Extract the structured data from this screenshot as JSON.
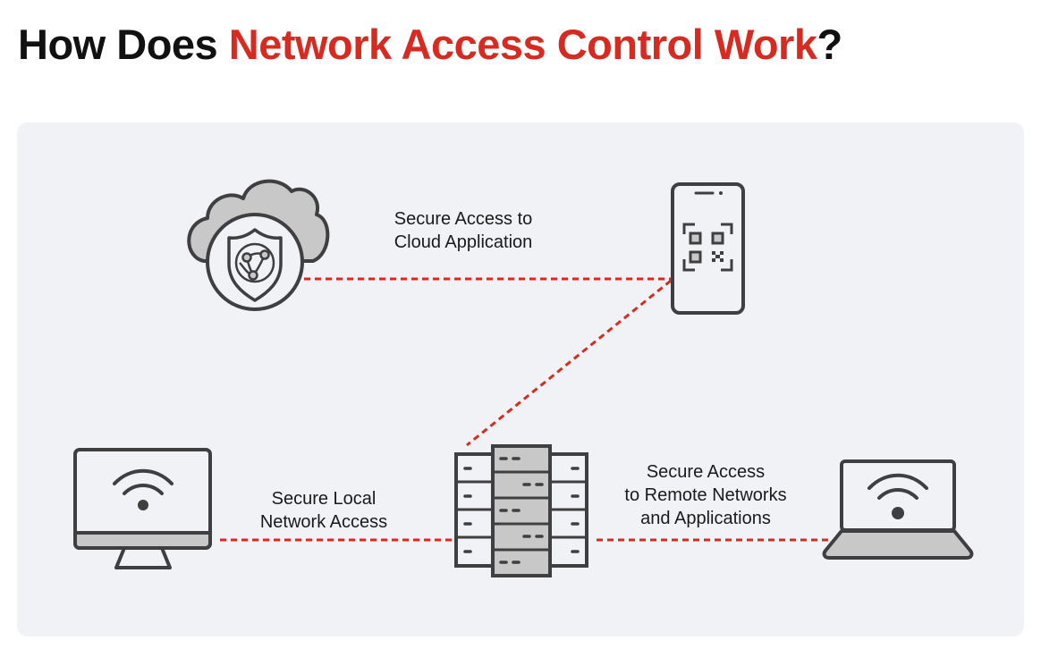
{
  "title": {
    "prefix": "How Does ",
    "accent": "Network Access Control Work",
    "suffix": "?",
    "accent_color": "#d72b21"
  },
  "labels": {
    "cloud": [
      "Secure Access to",
      "Cloud Application"
    ],
    "local": [
      "Secure Local",
      "Network Access"
    ],
    "remote": [
      "Secure Access",
      "to Remote Networks",
      "and Applications"
    ]
  },
  "nodes": [
    {
      "id": "cloud",
      "icon": "cloud-shield-globe-icon"
    },
    {
      "id": "phone",
      "icon": "smartphone-qr-code-icon"
    },
    {
      "id": "desktop",
      "icon": "desktop-wifi-icon"
    },
    {
      "id": "server",
      "icon": "server-rack-icon"
    },
    {
      "id": "laptop",
      "icon": "laptop-wifi-icon"
    }
  ],
  "connections": [
    {
      "from": "cloud",
      "to": "phone"
    },
    {
      "from": "phone",
      "to": "server"
    },
    {
      "from": "desktop",
      "to": "server"
    },
    {
      "from": "server",
      "to": "laptop"
    }
  ],
  "colors": {
    "line": "#d72b21",
    "stroke": "#3f3f41",
    "fill_gray": "#c8c8c8",
    "fill_light": "#f1f2f5",
    "panel": "#f1f2f5"
  }
}
